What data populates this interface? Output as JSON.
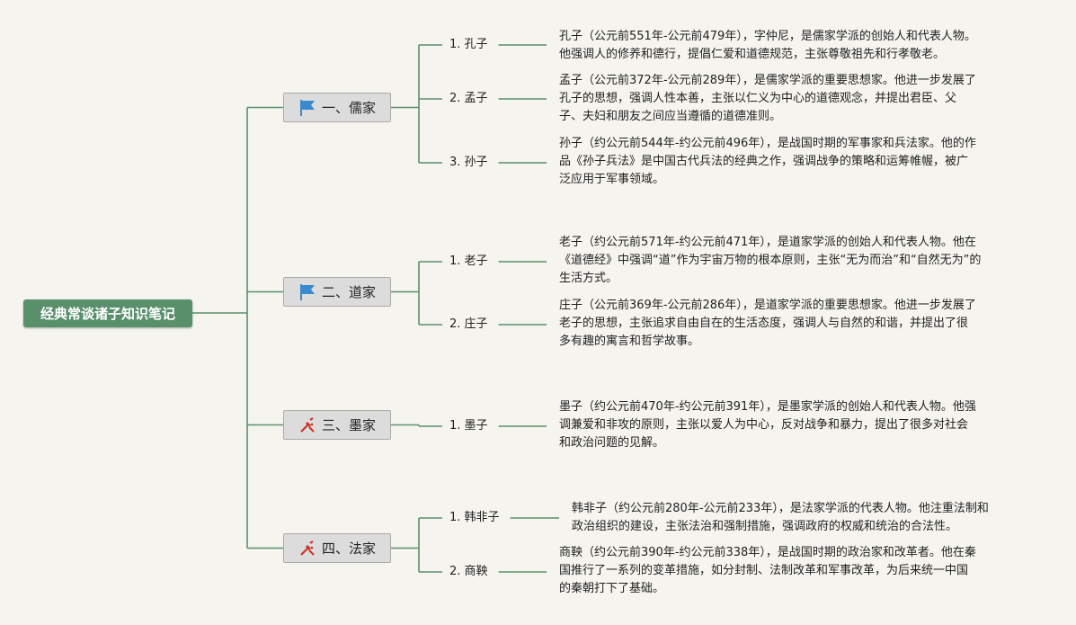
{
  "root": {
    "title": "经典常谈诸子知识笔记"
  },
  "colors": {
    "line": "#5a8f6c",
    "root_bg": "#5a8f6c",
    "node_bg": "#dcdcdc",
    "flag": "#3a8ad0",
    "tools": "#cc3322"
  },
  "schools": [
    {
      "label": "一、儒家",
      "icon": "flag-icon",
      "people": [
        {
          "name": "1. 孔子",
          "desc": [
            "孔子（公元前551年-公元前479年），字仲尼，是儒家学派的创始人和代表人物。",
            "他强调人的修养和德行，提倡仁爱和道德规范，主张尊敬祖先和行孝敬老。"
          ]
        },
        {
          "name": "2. 孟子",
          "desc": [
            "孟子（公元前372年-公元前289年），是儒家学派的重要思想家。他进一步发展了",
            "孔子的思想，强调人性本善，主张以仁义为中心的道德观念，并提出君臣、父",
            "子、夫妇和朋友之间应当遵循的道德准则。"
          ]
        },
        {
          "name": "3. 孙子",
          "desc": [
            "孙子（约公元前544年-约公元前496年），是战国时期的军事家和兵法家。他的作",
            "品《孙子兵法》是中国古代兵法的经典之作，强调战争的策略和运筹帷幄，被广",
            "泛应用于军事领域。"
          ]
        }
      ]
    },
    {
      "label": "二、道家",
      "icon": "flag-icon",
      "people": [
        {
          "name": "1. 老子",
          "desc": [
            "老子（约公元前571年-约公元前471年），是道家学派的创始人和代表人物。他在",
            "《道德经》中强调“道”作为宇宙万物的根本原则，主张“无为而治”和“自然无为”的",
            "生活方式。"
          ]
        },
        {
          "name": "2. 庄子",
          "desc": [
            "庄子（公元前369年-公元前286年），是道家学派的重要思想家。他进一步发展了",
            "老子的思想，主张追求自由自在的生活态度，强调人与自然的和谐，并提出了很",
            "多有趣的寓言和哲学故事。"
          ]
        }
      ]
    },
    {
      "label": "三、墨家",
      "icon": "tools-icon",
      "people": [
        {
          "name": "1. 墨子",
          "desc": [
            "墨子（约公元前470年-约公元前391年），是墨家学派的创始人和代表人物。他强",
            "调兼爱和非攻的原则，主张以爱人为中心，反对战争和暴力，提出了很多对社会",
            "和政治问题的见解。"
          ]
        }
      ]
    },
    {
      "label": "四、法家",
      "icon": "tools-icon",
      "people": [
        {
          "name": "1. 韩非子",
          "desc": [
            "韩非子（约公元前280年-公元前233年），是法家学派的代表人物。他注重法制和",
            "政治组织的建设，主张法治和强制措施，强调政府的权威和统治的合法性。"
          ]
        },
        {
          "name": "2. 商鞅",
          "desc": [
            "商鞅（约公元前390年-约公元前338年），是战国时期的政治家和改革者。他在秦",
            "国推行了一系列的变革措施，如分封制、法制改革和军事改革，为后来统一中国",
            "的秦朝打下了基础。"
          ]
        }
      ]
    }
  ]
}
